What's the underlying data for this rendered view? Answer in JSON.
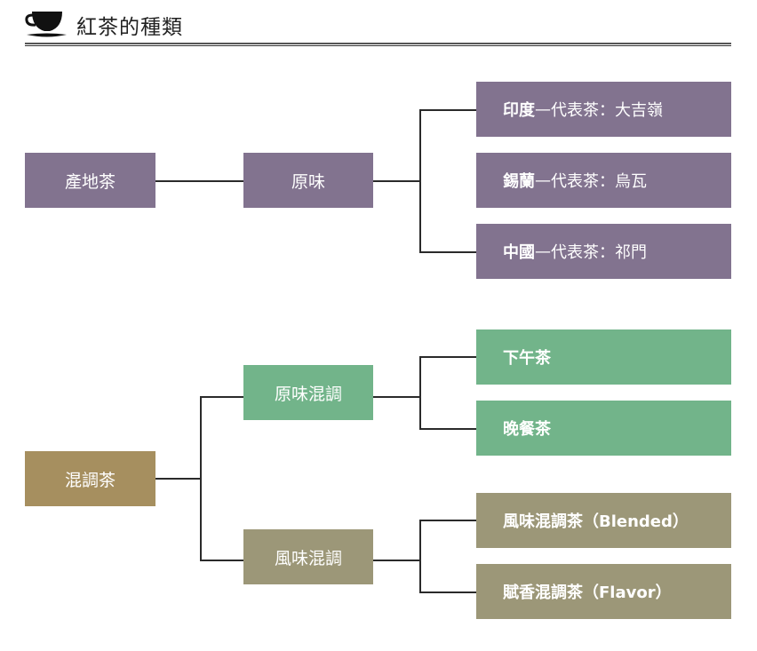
{
  "header": {
    "icon": "teacup-icon",
    "title": "紅茶的種類"
  },
  "diagram": {
    "origin": {
      "root": "產地茶",
      "child": "原味",
      "leaves": [
        {
          "name": "印度",
          "sep": "—",
          "desc": "代表茶：大吉嶺"
        },
        {
          "name": "錫蘭",
          "sep": "—",
          "desc": "代表茶：烏瓦"
        },
        {
          "name": "中國",
          "sep": "—",
          "desc": "代表茶：祁門"
        }
      ]
    },
    "blend": {
      "root": "混調茶",
      "children": [
        {
          "label": "原味混調",
          "leaves": [
            "下午茶",
            "晚餐茶"
          ]
        },
        {
          "label": "風味混調",
          "leaves": [
            "風味混調茶（Blended）",
            "賦香混調茶（Flavor）"
          ]
        }
      ]
    },
    "colors": {
      "purple": "#82738f",
      "green": "#72b48a",
      "gold": "#a68f5f",
      "khaki": "#9c9778",
      "line": "#2a2a2a"
    }
  }
}
